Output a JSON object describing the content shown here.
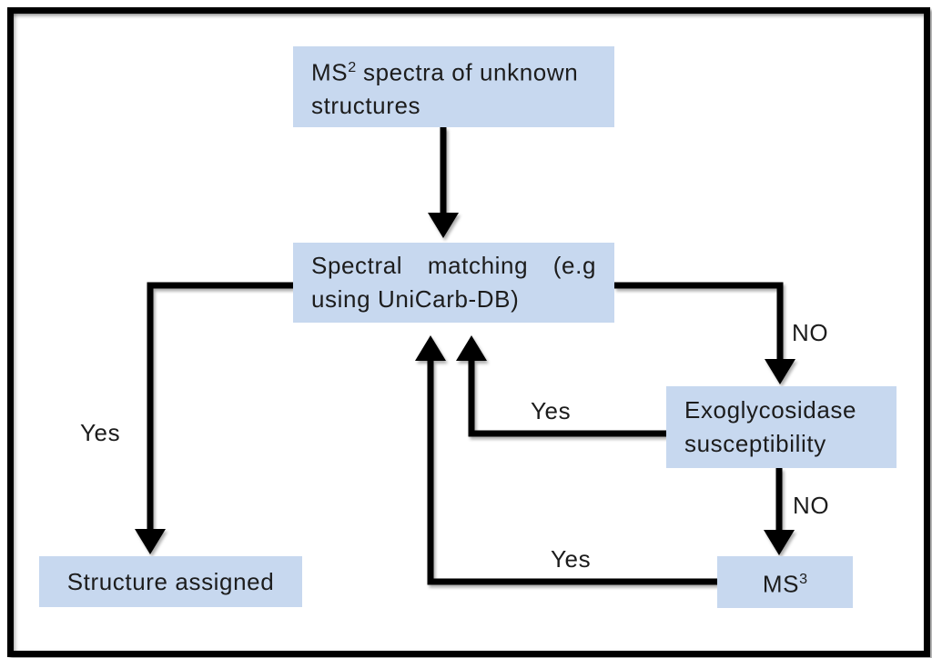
{
  "diagram": {
    "title": "Glycan structure assignment workflow flowchart",
    "nodes": {
      "ms2": {
        "prefix": "MS",
        "superscript": "2",
        "rest": " spectra of unknown structures"
      },
      "matching": {
        "label": "Spectral matching (e.g using UniCarb-DB)"
      },
      "exoglycosidase": {
        "label": "Exoglycosidase susceptibility"
      },
      "ms3": {
        "prefix": "MS",
        "superscript": "3"
      },
      "assigned": {
        "label": "Structure assigned"
      }
    },
    "edge_labels": {
      "matching_to_assigned": "Yes",
      "matching_to_exoglycosidase": "NO",
      "exoglycosidase_to_matching": "Yes",
      "exoglycosidase_to_ms3": "NO",
      "ms3_to_matching": "Yes"
    },
    "colors": {
      "node_fill": "#c7d8ef",
      "line": "#000000",
      "text": "#1c1c1c",
      "frame_border": "#000000",
      "background": "#ffffff"
    }
  }
}
